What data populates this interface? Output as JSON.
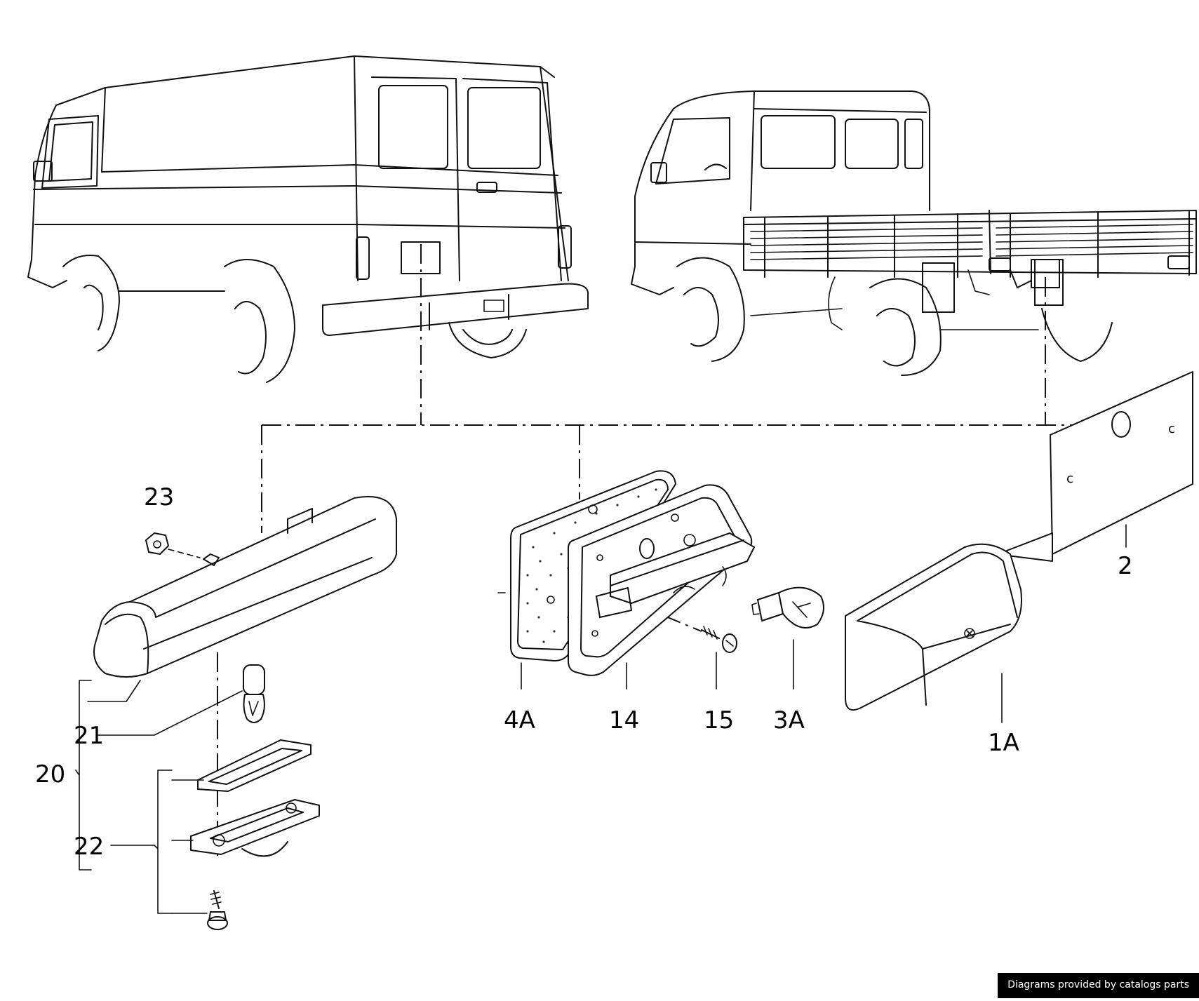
{
  "labels": {
    "p23": "23",
    "p2": "2",
    "p4a": "4A",
    "p14": "14",
    "p15": "15",
    "p3a": "3A",
    "p1a": "1A",
    "p21": "21",
    "p20": "20",
    "p22": "22"
  },
  "footer": {
    "credit": "Diagrams provided by catalogs parts"
  }
}
